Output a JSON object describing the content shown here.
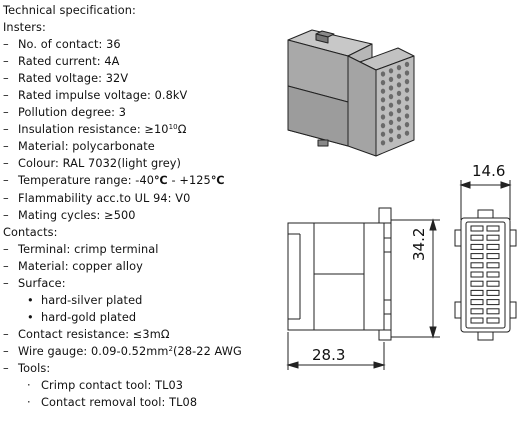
{
  "spec": {
    "title": "Technical specification:",
    "inserts_heading": "Insters:",
    "inserts": [
      "No. of contact: 36",
      "Rated current: 4A",
      "Rated voltage: 32V",
      "Rated impulse voltage: 0.8kV",
      "Pollution degree: 3"
    ],
    "insulation": {
      "prefix": "Insulation resistance: ≥10",
      "exp": "10",
      "unit": "Ω"
    },
    "material": "Material: polycarbonate",
    "colour": "Colour: RAL 7032(light grey)",
    "temperature": {
      "prefix": "Temperature range: -40",
      "unit1": "℃",
      "mid": " - +125",
      "unit2": "℃"
    },
    "flammability": "Flammability acc.to UL 94: V0",
    "mating": "Mating cycles: ≥500",
    "contacts_heading": "Contacts:",
    "terminal": "Terminal: crimp terminal",
    "contact_material": "Material: copper alloy",
    "surface_heading": "Surface:",
    "surface_items": [
      "hard-silver plated",
      "hard-gold plated"
    ],
    "contact_resistance": "Contact resistance: ≤3mΩ",
    "wire_gauge": {
      "prefix": "Wire gauge: 0.09-0.52mm",
      "exp": "2",
      "suffix": "(28-22 AWG"
    },
    "tools_heading": "Tools:",
    "tools": [
      "Crimp contact tool: TL03",
      "Contact removal tool: TL08"
    ]
  },
  "drawing": {
    "width_dim": "14.6",
    "height_dim": "34.2",
    "length_dim": "28.3"
  }
}
